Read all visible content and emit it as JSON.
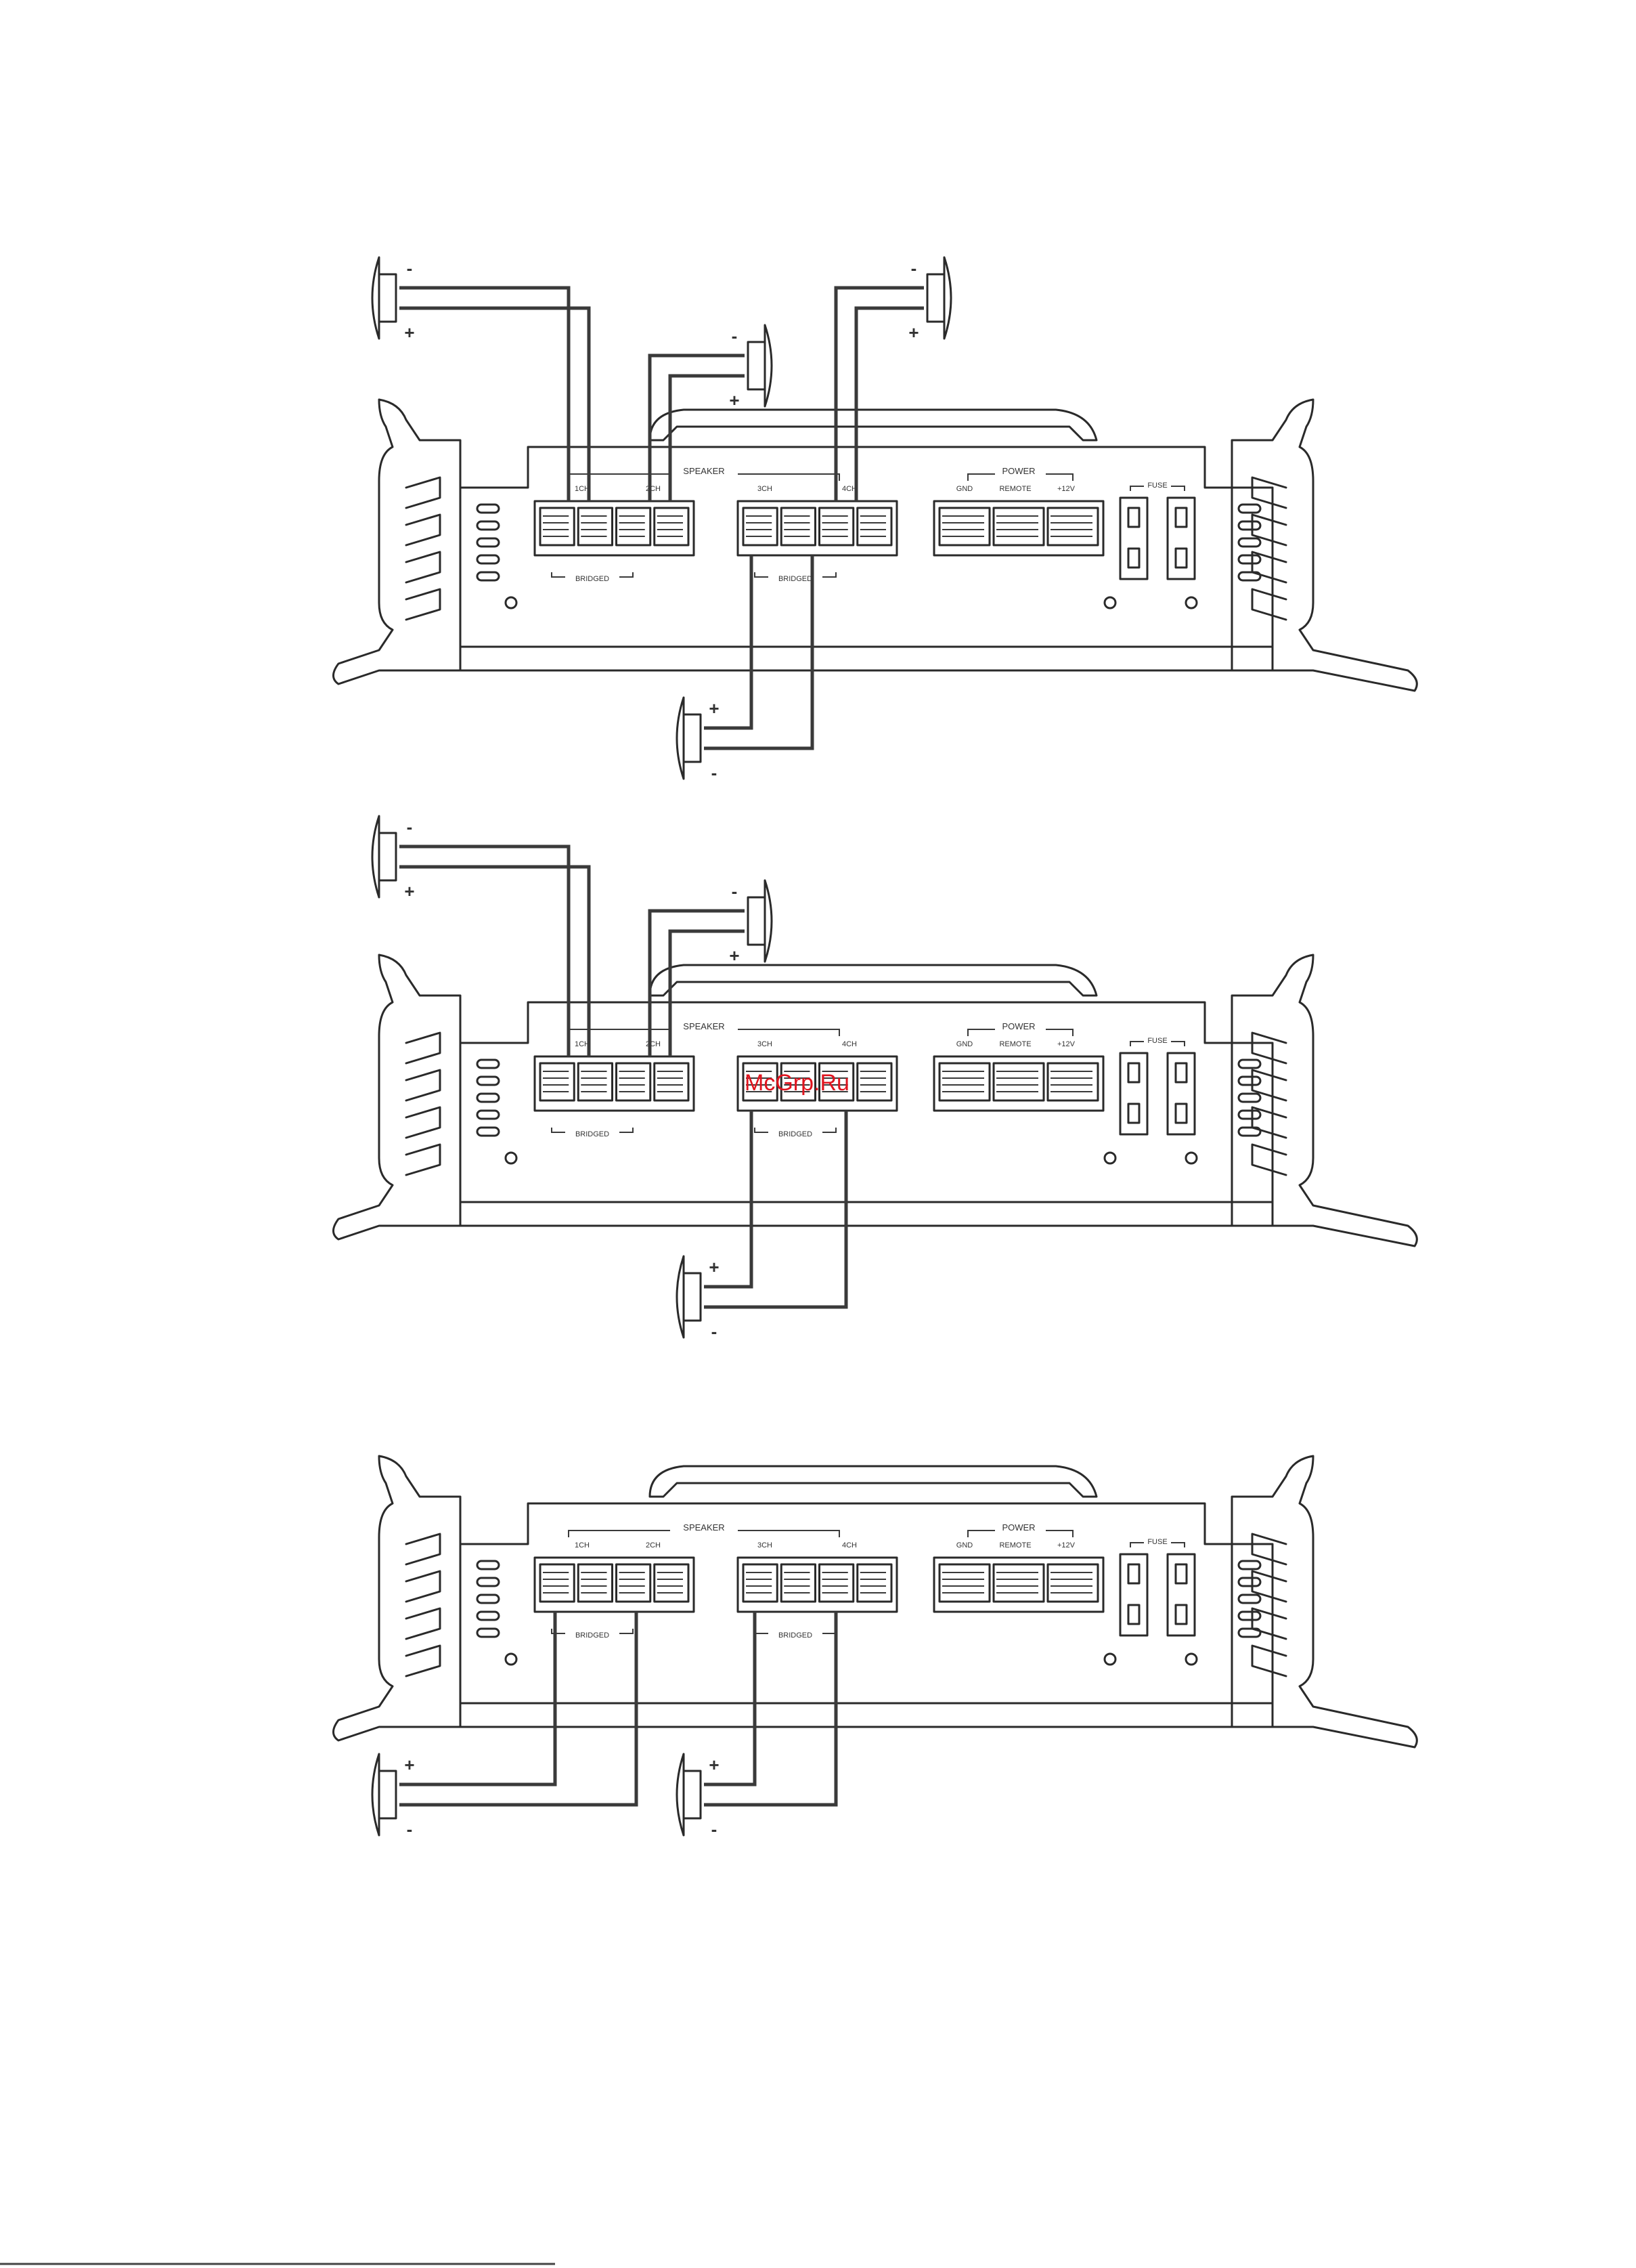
{
  "amplifier_labels": {
    "speaker": "SPEAKER",
    "ch1": "1CH",
    "ch2": "2CH",
    "ch3": "3CH",
    "ch4": "4CH",
    "power": "POWER",
    "gnd": "GND",
    "remote": "REMOTE",
    "v12": "+12V",
    "fuse": "FUSE",
    "bridged": "BRIDGED"
  },
  "polarity": {
    "plus": "+",
    "minus": "-"
  },
  "watermark": "McGrp.Ru",
  "colors": {
    "ink": "#2a2a2a",
    "watermark": "#e0141e"
  }
}
